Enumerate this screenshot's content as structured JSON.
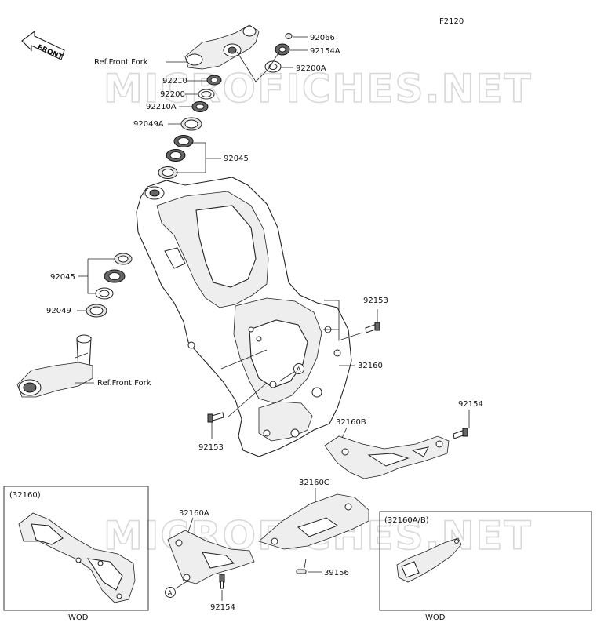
{
  "diagram_code": "F2120",
  "watermark": "MICROFICHES.NET",
  "front_label": "FRONT",
  "ref_front_fork_top": "Ref.Front Fork",
  "ref_front_fork_bottom": "Ref.Front Fork",
  "parts": {
    "p92066": "92066",
    "p92154A": "92154A",
    "p92200A": "92200A",
    "p92210": "92210",
    "p92200": "92200",
    "p92210A": "92210A",
    "p92049A": "92049A",
    "p92045_top": "92045",
    "p92045_left": "92045",
    "p92049": "92049",
    "p92153_right": "92153",
    "p32160": "32160",
    "p92153_left": "92153",
    "p32160B": "32160B",
    "p92154_right": "92154",
    "p32160C": "32160C",
    "p32160A": "32160A",
    "p39156": "39156",
    "p92154_bottom": "92154"
  },
  "callout_A_upper": "A",
  "callout_A_lower": "A",
  "inset_left": {
    "title": "(32160)",
    "caption": "WOD"
  },
  "inset_right": {
    "title": "(32160A/B)",
    "caption": "WOD"
  }
}
